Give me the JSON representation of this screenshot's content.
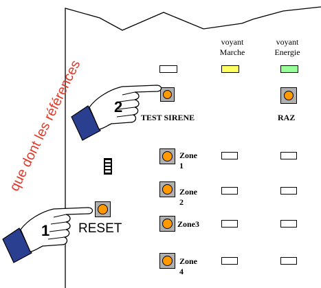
{
  "watermark": "que dont les références",
  "columns": {
    "marche": "voyant\nMarche",
    "energie": "voyant\nEnergie"
  },
  "buttons": {
    "test_sirene": "TEST SIRENE",
    "raz": "RAZ",
    "reset": "RESET"
  },
  "zones": [
    "Zone 1",
    "Zone 2",
    "Zone3",
    "Zone 4"
  ],
  "fingers": [
    "2",
    "1"
  ],
  "colors": {
    "button_face": "#ff9900",
    "led_marche": "#ffff66",
    "led_energie": "#99ff99",
    "panel_line": "#000000",
    "watermark": "#e23a2a"
  }
}
